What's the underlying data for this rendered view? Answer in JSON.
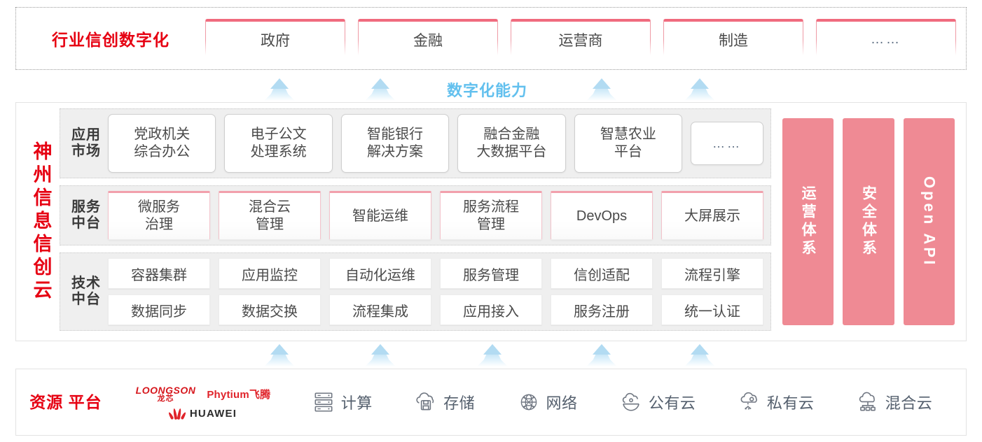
{
  "industry": {
    "title": "行业信创数字化",
    "cards": [
      "政府",
      "金融",
      "运营商",
      "制造",
      "……"
    ]
  },
  "capability": {
    "label": "数字化能力",
    "arrow_name": "up-arrow-icon"
  },
  "cloud": {
    "title": "神州信息信创云",
    "layers": [
      {
        "key": "apps",
        "label": "应用\n市场",
        "cards": [
          "党政机关\n综合办公",
          "电子公文\n处理系统",
          "智能银行\n解决方案",
          "融合金融\n大数据平台",
          "智慧农业\n平台",
          "……"
        ]
      },
      {
        "key": "service",
        "label": "服务\n中台",
        "cards": [
          "微服务\n治理",
          "混合云\n管理",
          "智能运维",
          "服务流程\n管理",
          "DevOps",
          "大屏展示"
        ]
      },
      {
        "key": "tech",
        "label": "技术\n中台",
        "row1": [
          "容器集群",
          "应用监控",
          "自动化运维",
          "服务管理",
          "信创适配",
          "流程引擎"
        ],
        "row2": [
          "数据同步",
          "数据交换",
          "流程集成",
          "应用接入",
          "服务注册",
          "统一认证"
        ]
      }
    ],
    "pillars": [
      {
        "text": "运营体系",
        "latin": false
      },
      {
        "text": "安全体系",
        "latin": false
      },
      {
        "text": "Open API",
        "latin": true
      }
    ]
  },
  "resource": {
    "title": "资源\n平台",
    "brands": [
      {
        "name": "loongson-logo",
        "en": "LOONGSON",
        "cn": "龙芯"
      },
      {
        "name": "phytium-logo",
        "text": "Phytium飞腾"
      },
      {
        "name": "huawei-logo",
        "text": "HUAWEI"
      }
    ],
    "items": [
      {
        "icon": "server-rack-icon",
        "label": "计算"
      },
      {
        "icon": "cloud-storage-icon",
        "label": "存储"
      },
      {
        "icon": "network-globe-icon",
        "label": "网络"
      },
      {
        "icon": "public-cloud-icon",
        "label": "公有云"
      },
      {
        "icon": "private-cloud-icon",
        "label": "私有云"
      },
      {
        "icon": "hybrid-cloud-icon",
        "label": "混合云"
      }
    ]
  },
  "colors": {
    "brand_red": "#e60012",
    "pink_pillar": "#ef8a94",
    "card_pink_border": "#f06b7e",
    "arrow_blue": "#b2dbf2",
    "capability_blue": "#62c0ee",
    "layer_bg": "#efefef"
  }
}
